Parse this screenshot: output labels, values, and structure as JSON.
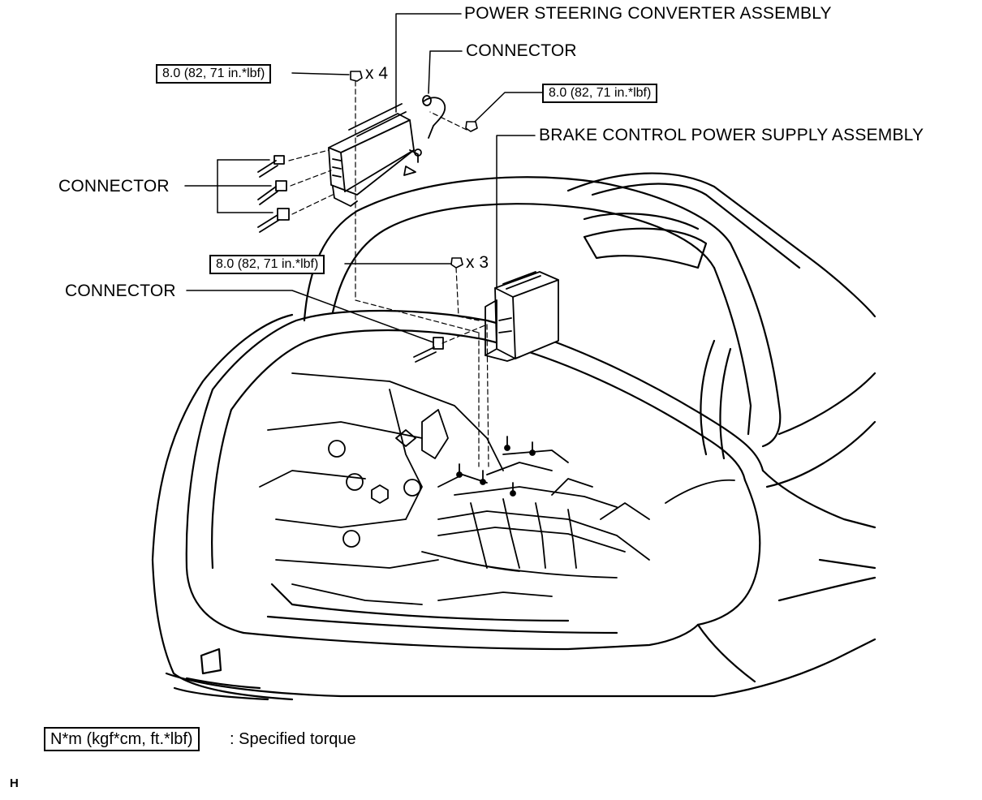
{
  "labels": {
    "ps_converter": "POWER STEERING CONVERTER ASSEMBLY",
    "connector_top": "CONNECTOR",
    "connector_left": "CONNECTOR",
    "connector_mid": "CONNECTOR",
    "brake_supply": "BRAKE CONTROL POWER SUPPLY ASSEMBLY"
  },
  "torque": {
    "top_left": "8.0 (82, 71 in.*lbf)",
    "top_left_qty": "x 4",
    "right": "8.0 (82, 71 in.*lbf)",
    "mid": "8.0 (82, 71 in.*lbf)",
    "mid_qty": "x 3"
  },
  "legend": {
    "unit": "N*m (kgf*cm, ft.*lbf)",
    "description": ": Specified torque"
  },
  "figure_code": "H"
}
